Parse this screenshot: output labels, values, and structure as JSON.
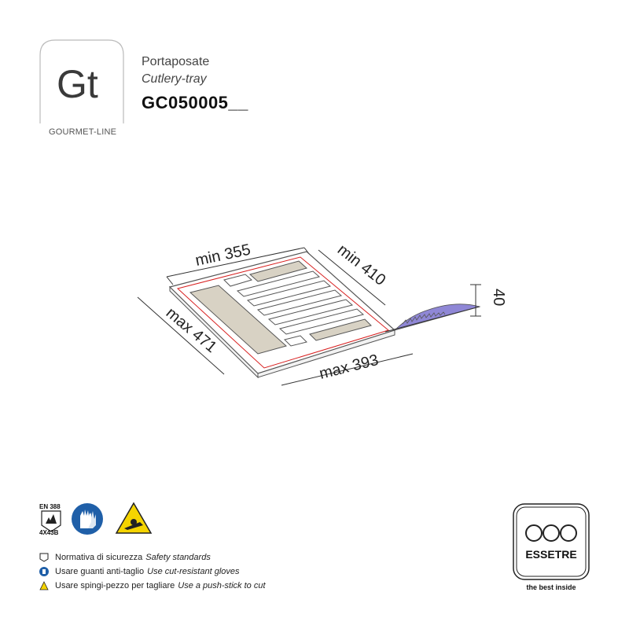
{
  "header": {
    "logo_text": "Gt",
    "brand_line": "GOURMET-LINE",
    "title_it": "Portaposate",
    "title_en": "Cutlery-tray",
    "product_code": "GC050005__"
  },
  "drawing": {
    "dimensions": {
      "min_width": "min 355",
      "max_width": "max 393",
      "min_depth": "min 410",
      "max_depth": "max 471",
      "height": "40"
    }
  },
  "safety": {
    "standard_code": "EN 388",
    "standard_rating": "4X43B",
    "items": [
      {
        "icon": "standard-icon",
        "label_it": "Normativa di sicurezza",
        "label_en": "Safety standards"
      },
      {
        "icon": "gloves-icon",
        "label_it": "Usare guanti anti-taglio",
        "label_en": "Use cut-resistant gloves"
      },
      {
        "icon": "push-stick-warning-icon",
        "label_it": "Usare spingi-pezzo per tagliare",
        "label_en": "Use a push-stick to cut"
      }
    ]
  },
  "brand": {
    "name": "ESSETRE",
    "tagline": "the best inside"
  },
  "colors": {
    "blue_mandatory": "#1f5fa8",
    "warning_yellow": "#f5d400",
    "saw_purple": "#8f87d6",
    "tray_insert": "#d8d2c4",
    "cut_line": "#d82020"
  }
}
